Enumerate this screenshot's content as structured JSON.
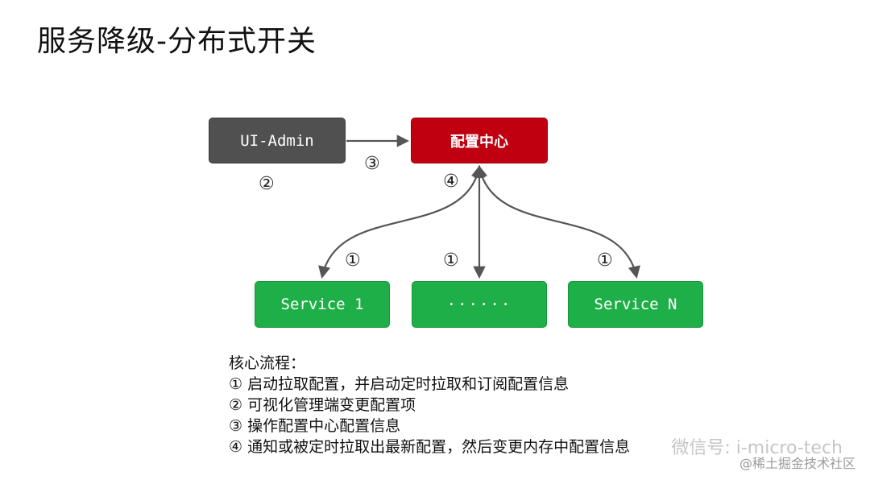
{
  "title": "服务降级-分布式开关",
  "nodes": {
    "admin": "UI-Admin",
    "config_center": "配置中心",
    "service_1": "Service 1",
    "service_mid": "······",
    "service_n": "Service N"
  },
  "steps": {
    "s1": "①",
    "s2": "②",
    "s3": "③",
    "s4": "④"
  },
  "notes": {
    "heading": "核心流程：",
    "items": [
      "① 启动拉取配置，并启动定时拉取和订阅配置信息",
      "② 可视化管理端变更配置项",
      "③ 操作配置中心配置信息",
      "④ 通知或被定时拉取出最新配置，然后变更内存中配置信息"
    ]
  },
  "watermark": {
    "wechat": "微信号: i-micro-tech",
    "juejin": "@稀土掘金技术社区"
  },
  "colors": {
    "admin": "#505050",
    "config_center": "#c00010",
    "service": "#1faf48",
    "arrow": "#555555"
  }
}
